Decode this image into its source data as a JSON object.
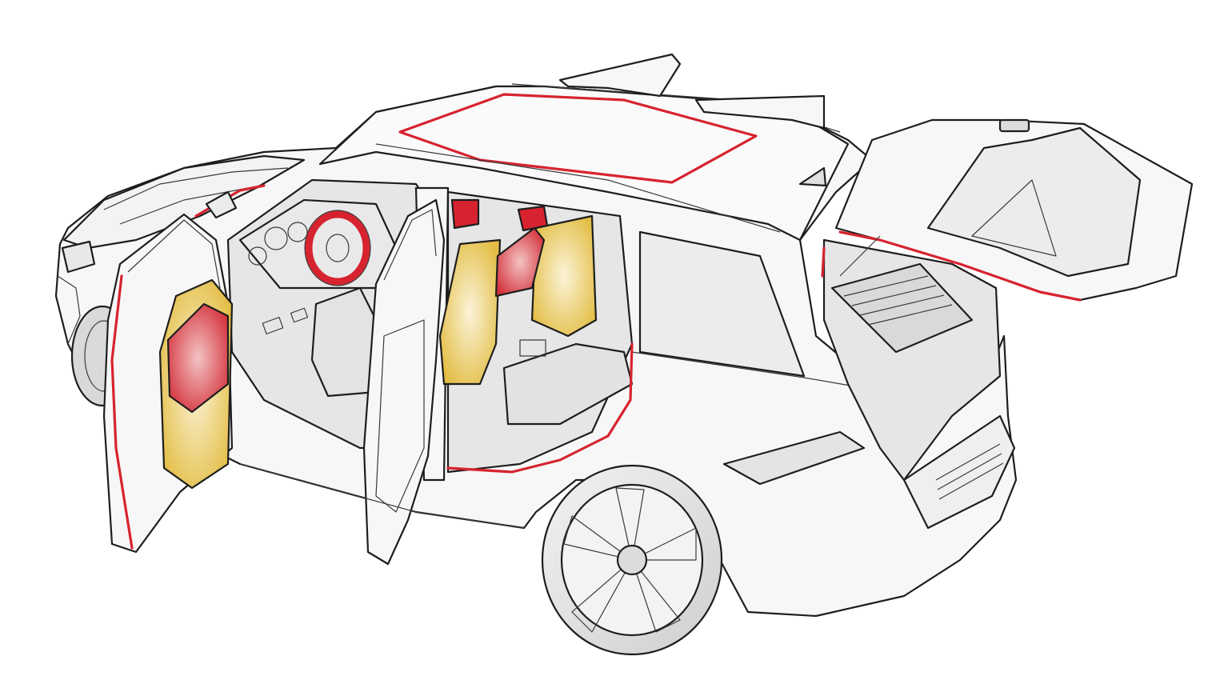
{
  "colors": {
    "outline": "#1e1e1e",
    "body": "#f7f7f7",
    "shade": "#e6e6e6",
    "highlight_red": "#d7232f",
    "highlight_red_fill": "#e86a6f",
    "highlight_yellow": "#e6c24e",
    "background": "#ffffff"
  },
  "highlighted_parts": [
    {
      "name": "sunroof-frame",
      "color": "red"
    },
    {
      "name": "tailgate-seal",
      "color": "red"
    },
    {
      "name": "steering-wheel",
      "color": "red"
    },
    {
      "name": "door-seals",
      "color": "red"
    },
    {
      "name": "front-door-panel",
      "color": "yellow"
    },
    {
      "name": "seat-backs",
      "color": "yellow"
    },
    {
      "name": "rear-seat-cushion",
      "color": "red"
    }
  ]
}
